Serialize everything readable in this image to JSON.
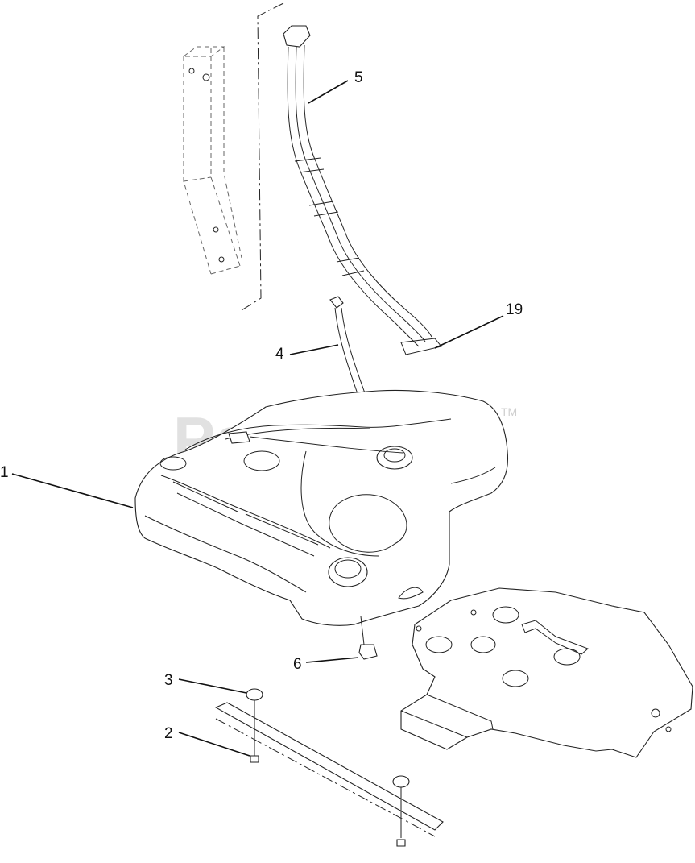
{
  "diagram": {
    "watermark": {
      "text": "PartsTree",
      "trademark": "TM"
    },
    "callouts": [
      {
        "id": "5",
        "label": "5",
        "part": "fuel-line-assembly"
      },
      {
        "id": "19",
        "label": "19",
        "part": "hose-clamp"
      },
      {
        "id": "4",
        "label": "4",
        "part": "vent-hose"
      },
      {
        "id": "1",
        "label": "1",
        "part": "fuel-tank"
      },
      {
        "id": "6",
        "label": "6",
        "part": "fuel-fitting"
      },
      {
        "id": "3",
        "label": "3",
        "part": "rubber-bumper"
      },
      {
        "id": "2",
        "label": "2",
        "part": "screw"
      }
    ]
  }
}
